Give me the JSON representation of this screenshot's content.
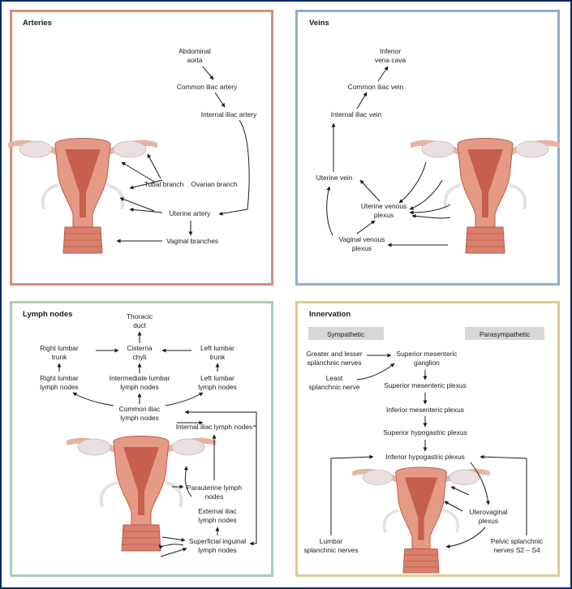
{
  "panel_titles": {
    "arteries": "Arteries",
    "veins": "Veins",
    "lymph": "Lymph nodes",
    "innervation": "Innervation"
  },
  "colors": {
    "arteries_border": "#d98c80",
    "veins_border": "#8eaed0",
    "lymph_border": "#a6cfb0",
    "innervation_border": "#dccb94",
    "header_box": "#d6d7da",
    "tissue": "#e59a86",
    "tissue_dark": "#c75f4f",
    "ovary": "#eadfe0",
    "frame": "#0d2a66"
  },
  "arteries": {
    "abdominal_aorta": [
      "Abdominal",
      "aorta"
    ],
    "common_iliac": "Common iliac artery",
    "internal_iliac": "Internal iliac artery",
    "tubal_branch": "Tubal branch",
    "ovarian_branch": "Ovarian branch",
    "uterine_artery": "Uterine artery",
    "vaginal_branches": "Vaginal branches"
  },
  "veins": {
    "inferior_vena_cava": [
      "Inferior",
      "vena cava"
    ],
    "common_iliac": "Common iliac vein",
    "internal_iliac": "Internal iliac vein",
    "uterine_vein": "Uterine vein",
    "uterine_plexus": [
      "Uterine venous",
      "plexus"
    ],
    "vaginal_plexus": [
      "Vaginal venous",
      "plexus"
    ]
  },
  "lymph": {
    "thoracic_duct": [
      "Thoracic",
      "duct"
    ],
    "cisterna": [
      "Cisterna",
      "chyli"
    ],
    "right_lumbar_trunk": [
      "Right lumbar",
      "trunk"
    ],
    "left_lumbar_trunk": [
      "Left lumbar",
      "trunk"
    ],
    "right_lumbar_nodes": [
      "Right lumbar",
      "lymph nodes"
    ],
    "intermediate_nodes": [
      "Intermediate lumbar",
      "lymph nodes"
    ],
    "left_lumbar_nodes": [
      "Left lumbar",
      "lymph nodes"
    ],
    "common_iliac_nodes": [
      "Common iliac",
      "lymph nodes"
    ],
    "internal_iliac_nodes": "Internal iliac lymph nodes",
    "parauterine_nodes": [
      "Parauterine lymph",
      "nodes"
    ],
    "external_iliac_nodes": [
      "External iliac",
      "lymph nodes"
    ],
    "superficial_inguinal": [
      "Superficial inguinal",
      "lymph nodes"
    ]
  },
  "innervation": {
    "sympathetic": "Sympathetic",
    "parasympathetic": "Parasympathetic",
    "greater_lesser": [
      "Greater and lesser",
      "splanchnic nerves"
    ],
    "least_splanchnic": [
      "Least",
      "splanchnic nerve"
    ],
    "superior_mesenteric_ganglion": [
      "Superior mesenteric",
      "ganglion"
    ],
    "superior_mesenteric_plexus": "Superior mesenteric plexus",
    "inferior_mesenteric_plexus": "Inferior mesenteric plexus",
    "superior_hypogastric_plexus": "Superior hypogastric plexus",
    "inferior_hypogastric_plexus": "Inferior hypogastric plexus",
    "uterovaginal_plexus": [
      "Uterovaginal",
      "plexus"
    ],
    "lumbar_splanchnic": [
      "Lumbar",
      "splanchnic nerves"
    ],
    "pelvic_splanchnic": [
      "Pelvic splanchnic",
      "nerves S2 – S4"
    ]
  }
}
